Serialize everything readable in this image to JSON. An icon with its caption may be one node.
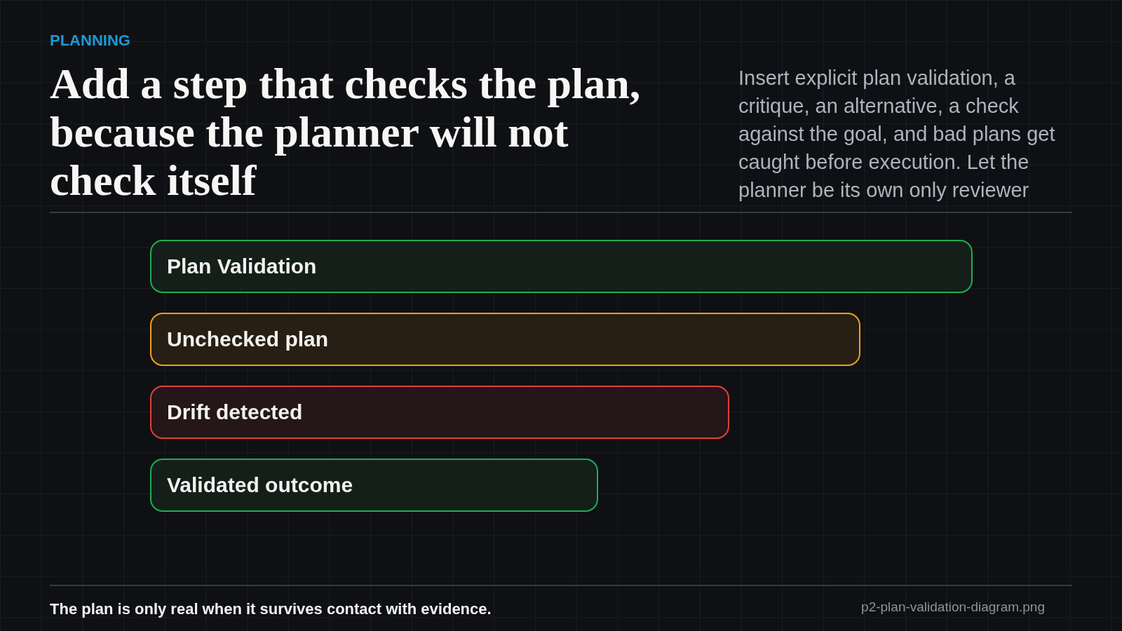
{
  "diagram": {
    "title": "Add a step that checks the plan, because the planner will not check itself",
    "caption": "The plan is only real when it survives contact with evidence.",
    "nodes": [
      {
        "text": [
          "Plan Validation"
        ]
      },
      {
        "text": [
          "Unchecked plan"
        ]
      },
      {
        "text": [
          "Drift detected"
        ]
      },
      {
        "text": [
          "Validated outcome"
        ]
      }
    ],
    "labels": [
      "PLANNING",
      "Insert explicit plan validation, a critique, an alternative, a check against the goal, and bad plans get caught before execution. Let the planner be its own only reviewer",
      "p2-plan-validation-diagram.png"
    ]
  }
}
